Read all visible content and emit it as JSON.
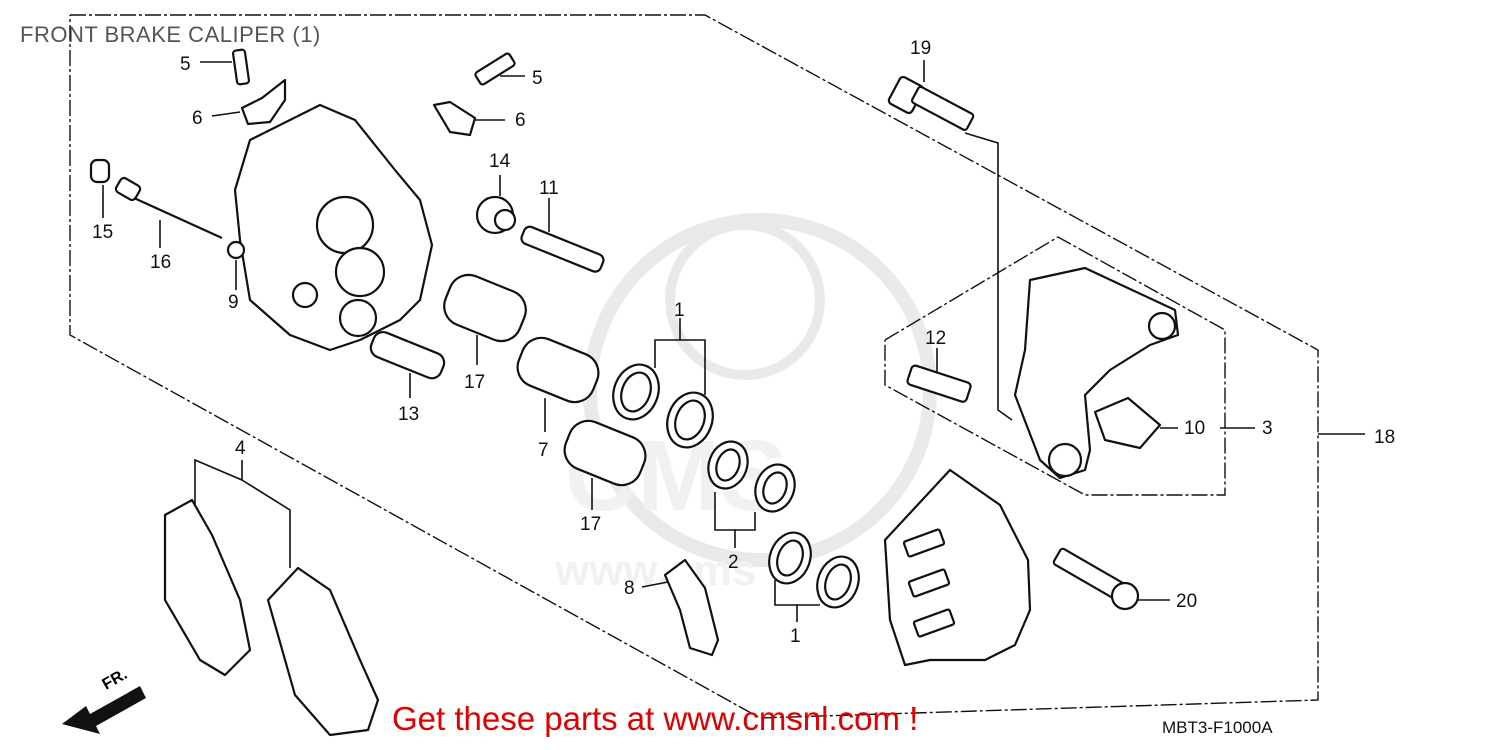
{
  "title": "FRONT BRAKE CALIPER (1)",
  "promo_text": "Get these parts at www.cmsnl.com !",
  "diagram_code": "MBT3-F1000A",
  "direction_label": "FR.",
  "watermark": "CMS www.cmsnl.com",
  "callouts": {
    "c1a": "1",
    "c1b": "1",
    "c2": "2",
    "c3": "3",
    "c4": "4",
    "c5a": "5",
    "c5b": "5",
    "c6a": "6",
    "c6b": "6",
    "c7": "7",
    "c8": "8",
    "c9": "9",
    "c10": "10",
    "c11": "11",
    "c12": "12",
    "c13": "13",
    "c14": "14",
    "c15": "15",
    "c16": "16",
    "c17a": "17",
    "c17b": "17",
    "c18": "18",
    "c19": "19",
    "c20": "20"
  },
  "colors": {
    "promo": "#e00000",
    "line": "#111111",
    "title": "#555555",
    "watermark": "#d8d8d8"
  }
}
